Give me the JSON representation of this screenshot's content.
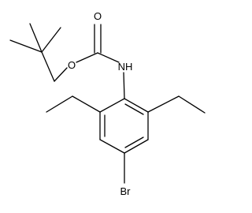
{
  "diagram": {
    "type": "skeletal-structure",
    "atoms": {
      "carbonyl_oxygen": "O",
      "ester_oxygen": "O",
      "amine": "NH",
      "bromine": "Br"
    },
    "colors": {
      "ink": "#000000",
      "background": "#ffffff"
    }
  }
}
